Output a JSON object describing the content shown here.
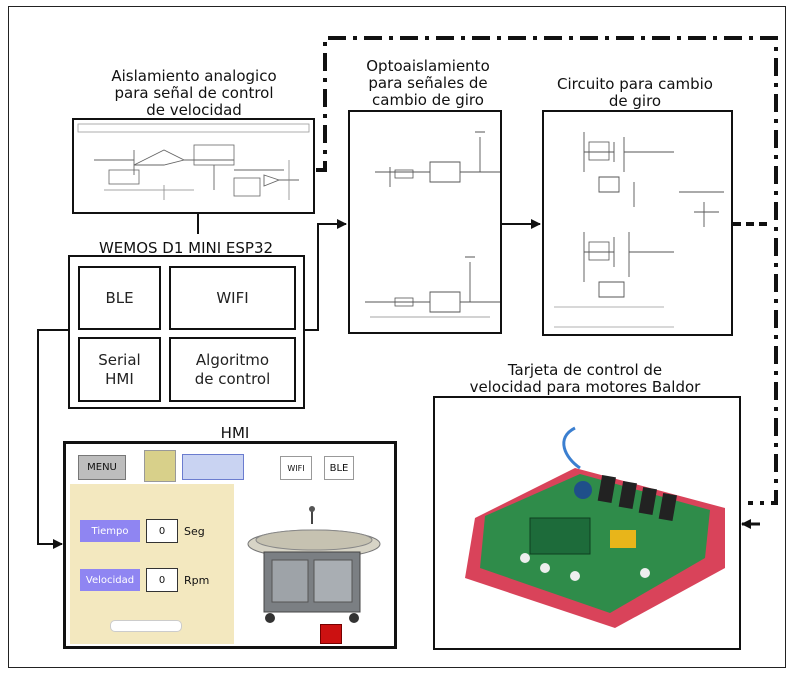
{
  "titles": {
    "analog": "Aislamiento analogico\npara señal de control\nde velocidad",
    "opto": "Optoaislamiento\npara señales de\ncambio de giro",
    "circuit": "Circuito para cambio\nde giro",
    "wemos": "WEMOS D1 MINI ESP32",
    "hmi": "HMI",
    "board": "Tarjeta de control de\nvelocidad para motores Baldor"
  },
  "wemos_cells": [
    {
      "label": "BLE"
    },
    {
      "label": "WIFI"
    },
    {
      "label": "Serial\nHMI"
    },
    {
      "label": "Algoritmo\nde control"
    }
  ],
  "hmi": {
    "menu": "MENU",
    "wifi": "WIFI",
    "ble": "BLE",
    "tiempo_label": "Tiempo",
    "tiempo_value": "0",
    "tiempo_unit": "Seg",
    "velocidad_label": "Velocidad",
    "velocidad_value": "0",
    "velocidad_unit": "Rpm"
  },
  "colors": {
    "hmi_panel": "#f3e8bf",
    "hmi_field": "#8f85f2",
    "board_pcb": "#2f8c4a",
    "board_frame": "#d9435a",
    "stop_button": "#cc1111"
  }
}
